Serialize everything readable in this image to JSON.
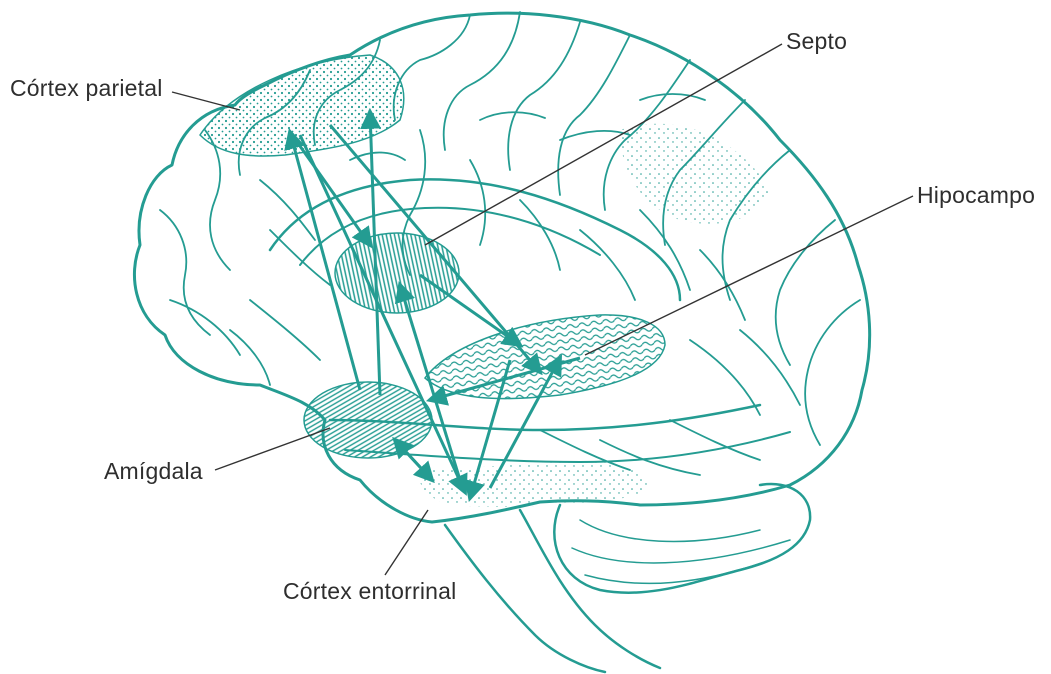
{
  "labels": {
    "cortex_parietal": "Córtex parietal",
    "septo": "Septo",
    "hipocampo": "Hipocampo",
    "amigdala": "Amígdala",
    "cortex_entorrinal": "Córtex entorrinal"
  },
  "colors": {
    "ink": "#249c92",
    "label_text": "#2e2e2e",
    "leader_line": "#333333",
    "background": "#ffffff"
  }
}
